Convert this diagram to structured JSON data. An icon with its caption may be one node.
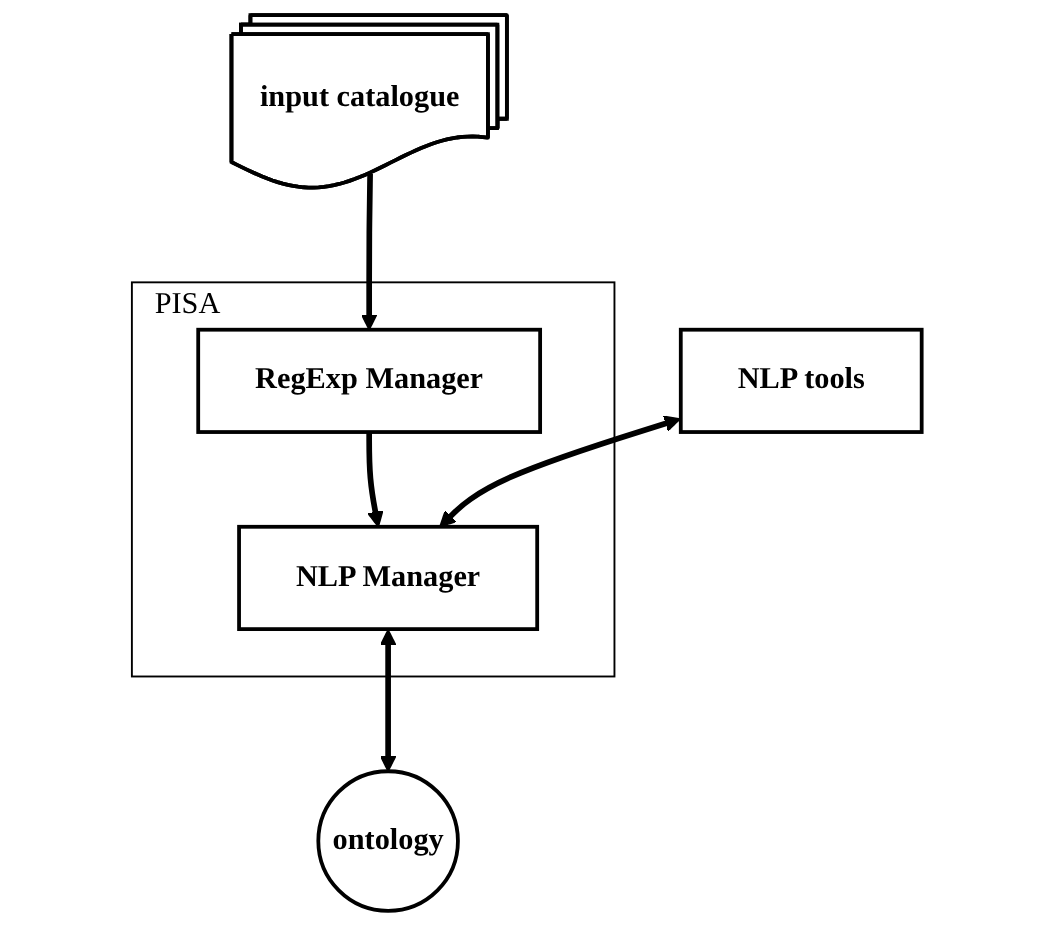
{
  "diagram": {
    "nodes": [
      {
        "text": [
          "input catalogue"
        ]
      },
      {
        "text": [
          "NLP tools"
        ]
      },
      {
        "text": [
          "PISA"
        ]
      },
      {
        "text": [
          "RegExp Manager"
        ],
        "in": 2
      },
      {
        "text": [
          "ontology"
        ]
      },
      {
        "text": [
          "NLP Manager"
        ],
        "in": 2
      }
    ],
    "edges": [
      {
        "from": 0,
        "to": 3,
        "arrow": "to"
      },
      {
        "from": 3,
        "to": 5,
        "arrow": "to"
      },
      {
        "from": 1,
        "to": 5,
        "arrow": "both"
      },
      {
        "from": 4,
        "to": 5,
        "arrow": "both"
      }
    ]
  }
}
